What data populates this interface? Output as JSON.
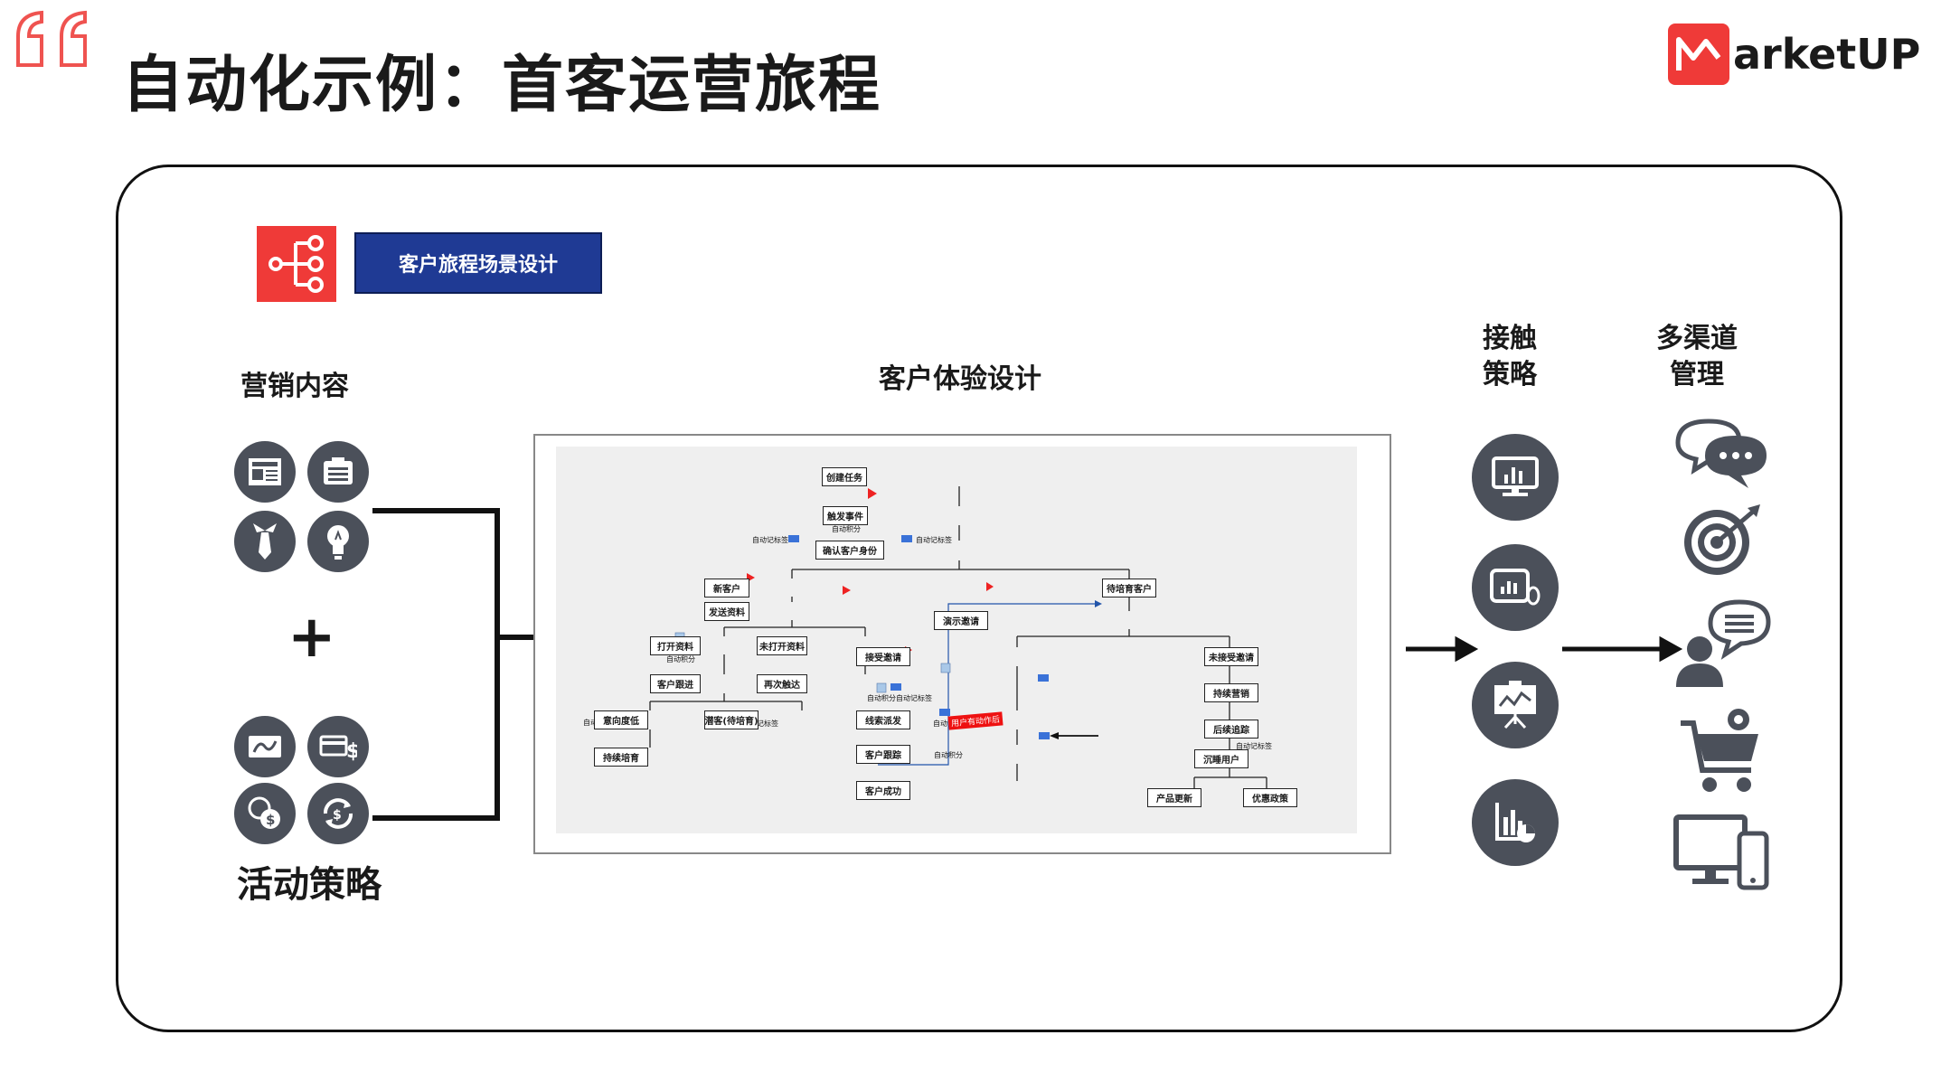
{
  "title": "自动化示例：首客运营旅程",
  "logo": {
    "letter_icon": "M-logo-icon",
    "text": "arketUP",
    "brand_color": "#ef3a38"
  },
  "scene": {
    "label": "客户旅程场景设计",
    "label_bg": "#1f3a94",
    "icon": "journey-branch-icon"
  },
  "sections": {
    "content": "营销内容",
    "experience": "客户体验设计",
    "touch": "接触\n策略",
    "channel": "多渠道\n管理",
    "activity": "活动策略",
    "plus": "+"
  },
  "content_icons": [
    "news-icon",
    "document-icon",
    "tie-icon",
    "lightbulb-icon"
  ],
  "activity_icons": [
    "bank-card-icon",
    "credit-card-icon",
    "currency-exchange-icon",
    "refresh-money-icon"
  ],
  "touch_icons": [
    "monitor-chart-icon",
    "tablet-chart-icon",
    "presentation-board-icon",
    "report-chart-icon"
  ],
  "channel_icons": [
    "chat-rating-icon",
    "target-icon",
    "support-chat-icon",
    "shopping-cart-icon",
    "multi-device-icon"
  ],
  "flow": {
    "create_task": "创建任务",
    "trigger": "触发事件",
    "auto_score_1": "自动积分",
    "confirm_identity": "确认客户身份",
    "auto_tag_left": "自动记标签",
    "auto_tag_right": "自动记标签",
    "new_customer": "新客户",
    "send_material": "发送资料",
    "opened": "打开资料",
    "not_opened": "未打开资料",
    "auto_score_2": "自动积分",
    "follow_up": "客户跟进",
    "resend": "再次触达",
    "auto_tag_3": "自动记标签",
    "auto_tag_4": "自动记标签",
    "low_intent": "意向度低",
    "prospect": "潜客(待培育)",
    "nurture": "持续培育",
    "to_nurture": "待培育客户",
    "demo_invite": "演示邀请",
    "accept": "接受邀请",
    "auto_score_tag": "自动积分自动记标签",
    "lead_dispatch": "线索派发",
    "auto_tag_5": "自动记标签",
    "user_action": "用户有动作后",
    "auto_score_3": "自动积分",
    "customer_track": "客户跟踪",
    "customer_success": "客户成功",
    "not_accept": "未接受邀请",
    "continue_marketing": "持续营销",
    "followup_track": "后续追踪",
    "auto_tag_6": "自动记标签",
    "silent_user": "沉睡用户",
    "product_update": "产品更新",
    "discount_policy": "优惠政策"
  }
}
